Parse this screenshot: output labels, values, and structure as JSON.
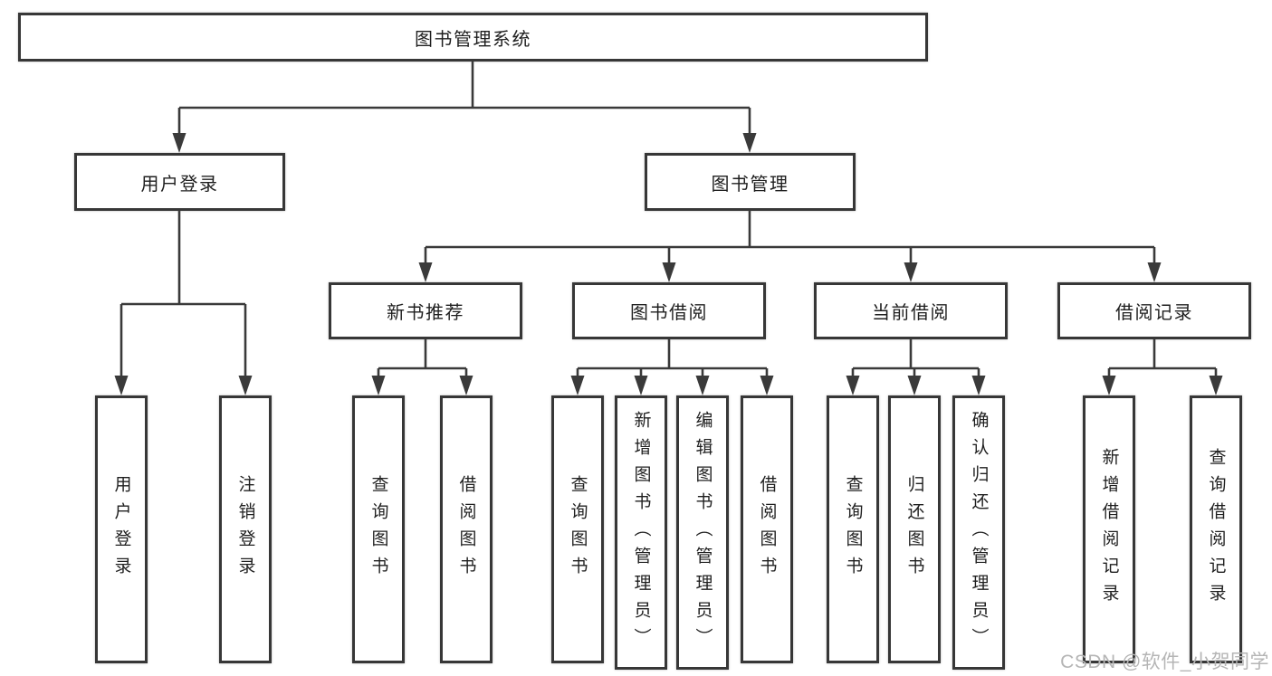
{
  "colors": {
    "line": "#3a3a3a",
    "border": "#373737",
    "text": "#1f1f1f",
    "watermark": "#b5b5b5"
  },
  "nodes": {
    "root": "图书管理系统",
    "user_login": "用户登录",
    "book_management": "图书管理",
    "new_book_recommend": "新书推荐",
    "book_borrow": "图书借阅",
    "current_borrow": "当前借阅",
    "borrow_records": "借阅记录",
    "leaves": {
      "user_login": "用户登录",
      "logout": "注销登录",
      "nb_query": "查询图书",
      "nb_borrow": "借阅图书",
      "bb_query": "查询图书",
      "bb_add": "新增图书（管理员）",
      "bb_edit": "编辑图书（管理员）",
      "bb_borrow": "借阅图书",
      "cb_query": "查询图书",
      "cb_return": "归还图书",
      "cb_confirm": "确认归还（管理员）",
      "br_add": "新增借阅记录",
      "br_query": "查询借阅记录"
    }
  },
  "watermark": "CSDN @软件_小贺同学"
}
